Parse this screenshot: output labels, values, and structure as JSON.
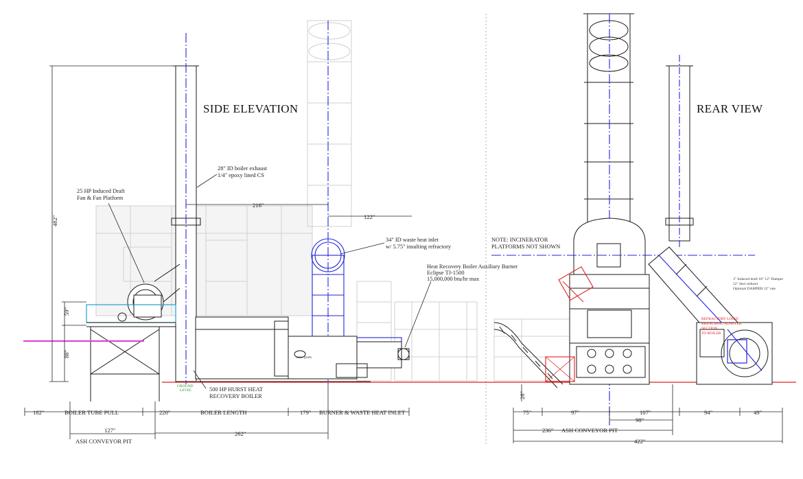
{
  "titles": {
    "side": "SIDE ELEVATION",
    "rear": "REAR VIEW"
  },
  "notes": {
    "exhaust_1": "28\" ID boiler exhaust",
    "exhaust_2": "1/4\" epoxy lined CS",
    "fan_1": "25 HP Induced Draft",
    "fan_2": "Fan & Fan Platform",
    "inlet_1": "34\" ID waste heat inlet",
    "inlet_2": "w/ 5.75\" insulting refractory",
    "incin_1": "NOTE:  INCINERATOR",
    "incin_2": "PLATFORMS NOT SHOWN",
    "burner_1": "Heat Recovery Boiler Auxiliary Burner",
    "burner_2": "Eclipse TJ-1500",
    "burner_3": "15,000,000 btu/hr max",
    "boiler_1": "500 HP HURST HEAT",
    "boiler_2": "RECOVERY BOILER",
    "view_ports": "view ports",
    "ground": "GROUND",
    "ground_2": "LEVEL",
    "rear_note_1": "3\" Induced draft 18\" 12\" Damper",
    "rear_note_2": "12\" duct reducer",
    "rear_note_3": "Optional DAMPER 12\" one",
    "red_note_1": "REFRACTORY LINED",
    "red_note_2": "BREACHING ADAPTER",
    "red_note_3": "SECTION",
    "red_note_4": "TO BOILER"
  },
  "dimensions": {
    "d482": "482\"",
    "d216": "216\"",
    "d122": "122\"",
    "d59": "59\"",
    "d88": "88\"",
    "d182": "182\"",
    "boiler_tube_pull": "BOILER TUBE PULL",
    "d220": "220\"",
    "boiler_length": "BOILER LENGTH",
    "d179": "179\"",
    "burner_inlet": "BURNER & WASTE HEAT INLET",
    "d127": "127\"",
    "ash_pit_left": "ASH CONVEYOR PIT",
    "d262": "262\"",
    "d28": "28\"",
    "d75": "75\"",
    "d97": "97\"",
    "d107": "107\"",
    "d98": "98\"",
    "d94": "94\"",
    "d49": "49\"",
    "d236": "236\"",
    "ash_pit_right": "ASH CONVEYOR PIT",
    "d422": "422\""
  },
  "colors": {
    "centerline": "#2222dd",
    "ground_line": "#e02020",
    "ghost": "#cfcfcf",
    "duct_magenta": "#dd44dd",
    "platform_cyan": "#1aa0d8",
    "green_label": "#2e8b2e"
  }
}
